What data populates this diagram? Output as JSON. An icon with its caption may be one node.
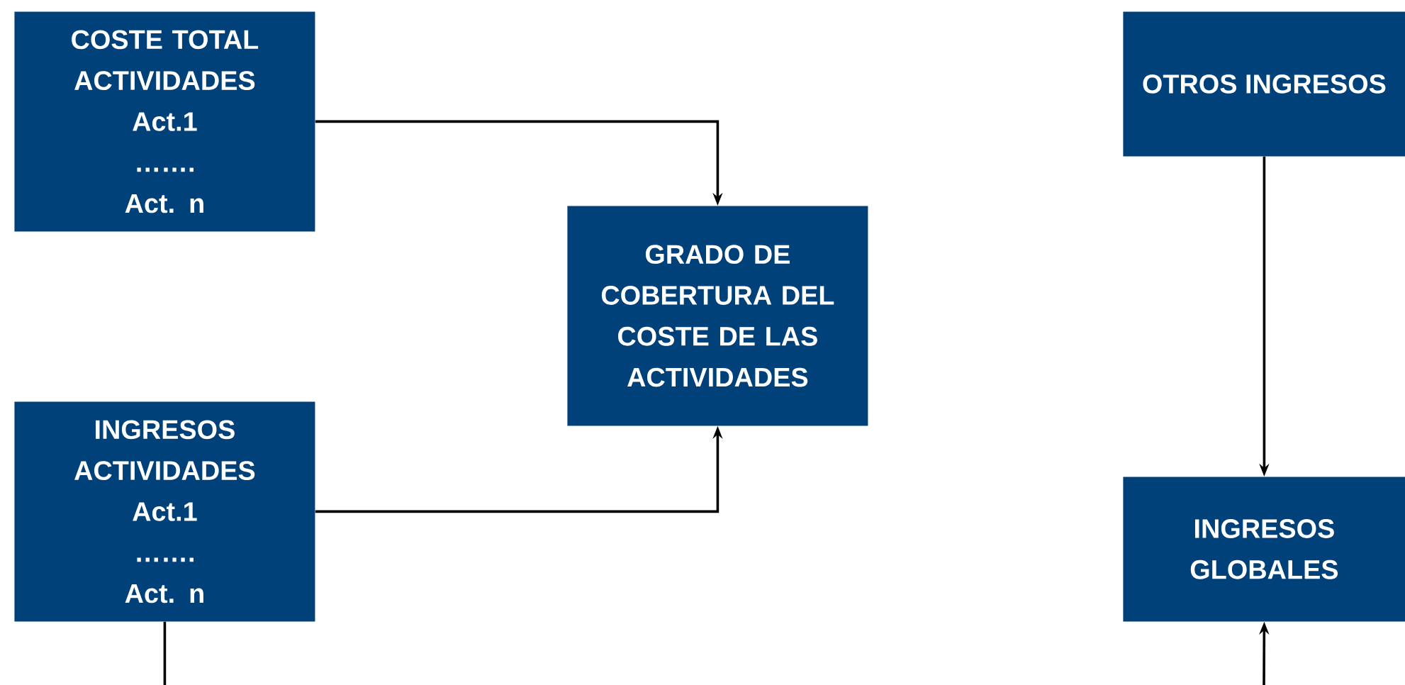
{
  "diagram": {
    "nodes": [
      {
        "text": [
          "COSTE TOTAL ACTIVIDADES",
          "Act.1",
          "…….",
          "Act. n"
        ]
      },
      {
        "text": [
          "GRADO DE COBERTURA DEL COSTE DE LAS ACTIVIDADES"
        ]
      },
      {
        "text": [
          "INGRESOS ACTIVIDADES",
          "Act.1",
          "…….",
          "Act. n"
        ]
      },
      {
        "text": [
          "OTROS INGRESOS"
        ]
      },
      {
        "text": [
          "INGRESOS GLOBALES"
        ]
      }
    ],
    "edges": [
      {
        "from": 0,
        "to": 1,
        "arrow": "to"
      },
      {
        "from": 2,
        "to": 1,
        "arrow": "to"
      },
      {
        "from": 3,
        "to": 4,
        "arrow": "to"
      },
      {
        "from": null,
        "to": 4,
        "arrow": "to"
      },
      {
        "from": 2,
        "to": null,
        "arrow": "none"
      }
    ]
  }
}
